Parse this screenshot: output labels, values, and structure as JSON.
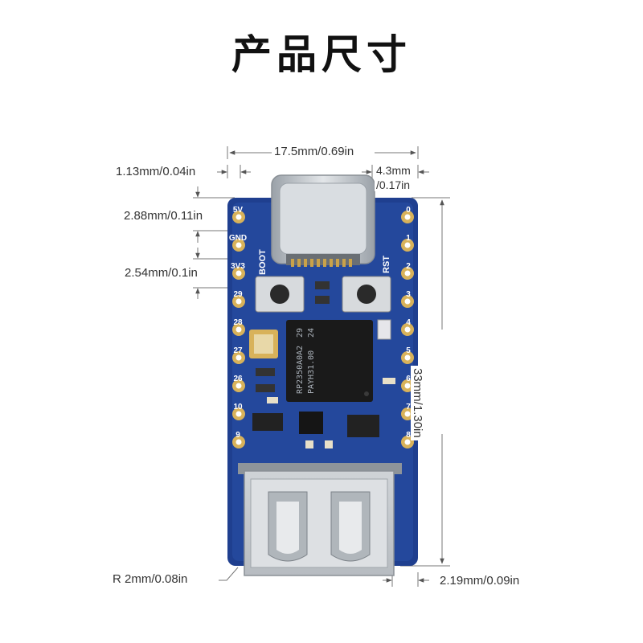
{
  "title": "产品尺寸",
  "dimensions": {
    "width": "17.5mm/0.69in",
    "left_offset": "1.13mm/0.04in",
    "right_offset_line1": "4.3mm",
    "right_offset_line2": "/0.17in",
    "pin_offset": "2.88mm/0.11in",
    "pin_pitch": "2.54mm/0.1in",
    "height": "33mm/1.30in",
    "corner_radius": "R 2mm/0.08in",
    "bottom_right_offset": "2.19mm/0.09in"
  },
  "board": {
    "left_pins": [
      "5V",
      "GND",
      "3V3",
      "29",
      "28",
      "27",
      "26",
      "10",
      "9"
    ],
    "right_pins": [
      "0",
      "1",
      "2",
      "3",
      "4",
      "5",
      "6",
      "7",
      "8"
    ],
    "boot_label": "BOOT",
    "rst_label": "RST",
    "chip_lines": [
      "RP2350A0A2",
      "PAYH31.00",
      "29",
      "24"
    ]
  },
  "colors": {
    "pcb": "#1f3f8f",
    "pad": "#d8b25a",
    "metal": "#c8cdd2",
    "chip": "#1a1a1a"
  }
}
